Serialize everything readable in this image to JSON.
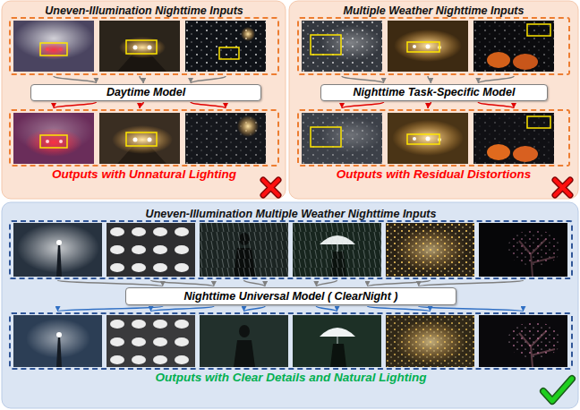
{
  "diagram": {
    "nodes": [
      {
        "text": [
          "Uneven-Illumination Nighttime Inputs"
        ]
      },
      {
        "text": [
          "Daytime Model"
        ]
      },
      {
        "text": [
          "Outputs with Unnatural Lighting"
        ]
      },
      {
        "text": [
          "Multiple Weather Nighttime Inputs"
        ]
      },
      {
        "text": [
          "Nighttime Task-Specific Model"
        ]
      },
      {
        "text": [
          "Outputs with Residual Distortions"
        ]
      },
      {
        "text": [
          "Uneven-Illumination Multiple Weather Nighttime Inputs"
        ]
      },
      {
        "text": [
          "Nighttime Universal Model ( ClearNight )"
        ]
      },
      {
        "text": [
          "Outputs with Clear Details and Natural Lighting"
        ]
      }
    ],
    "edges": [
      {
        "from": 0,
        "to": 1,
        "arrow": "to"
      },
      {
        "from": 1,
        "to": 2,
        "arrow": "to"
      },
      {
        "from": 3,
        "to": 4,
        "arrow": "to"
      },
      {
        "from": 4,
        "to": 5,
        "arrow": "to"
      },
      {
        "from": 6,
        "to": 7,
        "arrow": "to"
      },
      {
        "from": 7,
        "to": 8,
        "arrow": "to"
      }
    ]
  }
}
